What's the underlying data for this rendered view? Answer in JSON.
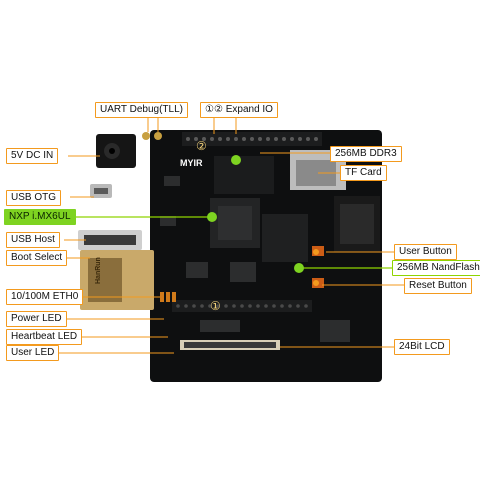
{
  "colors": {
    "callout_orange": "#f39a1e",
    "callout_green": "#8fd400",
    "pcb": "#0e0f10",
    "ethernet_gold": "#c9a96a"
  },
  "labels": {
    "uart_debug": "UART Debug(TLL)",
    "expand_io": "①② Expand IO",
    "dc_in": "5V DC IN",
    "ddr3": "256MB DDR3",
    "tf_card": "TF Card",
    "usb_otg": "USB OTG",
    "nxp": "NXP i.MX6UL",
    "usb_host": "USB Host",
    "user_button": "User Button",
    "boot_select": "Boot Select",
    "nandflash": "256MB NandFlash",
    "eth": "10/100M ETH0",
    "reset_button": "Reset Button",
    "power_led": "Power LED",
    "heartbeat_led": "Heartbeat LED",
    "user_led": "User LED",
    "lcd": "24Bit LCD"
  },
  "board": {
    "brand": "MYIR",
    "eth_brand": "HanRun",
    "marker_1": "①",
    "marker_2": "②"
  }
}
